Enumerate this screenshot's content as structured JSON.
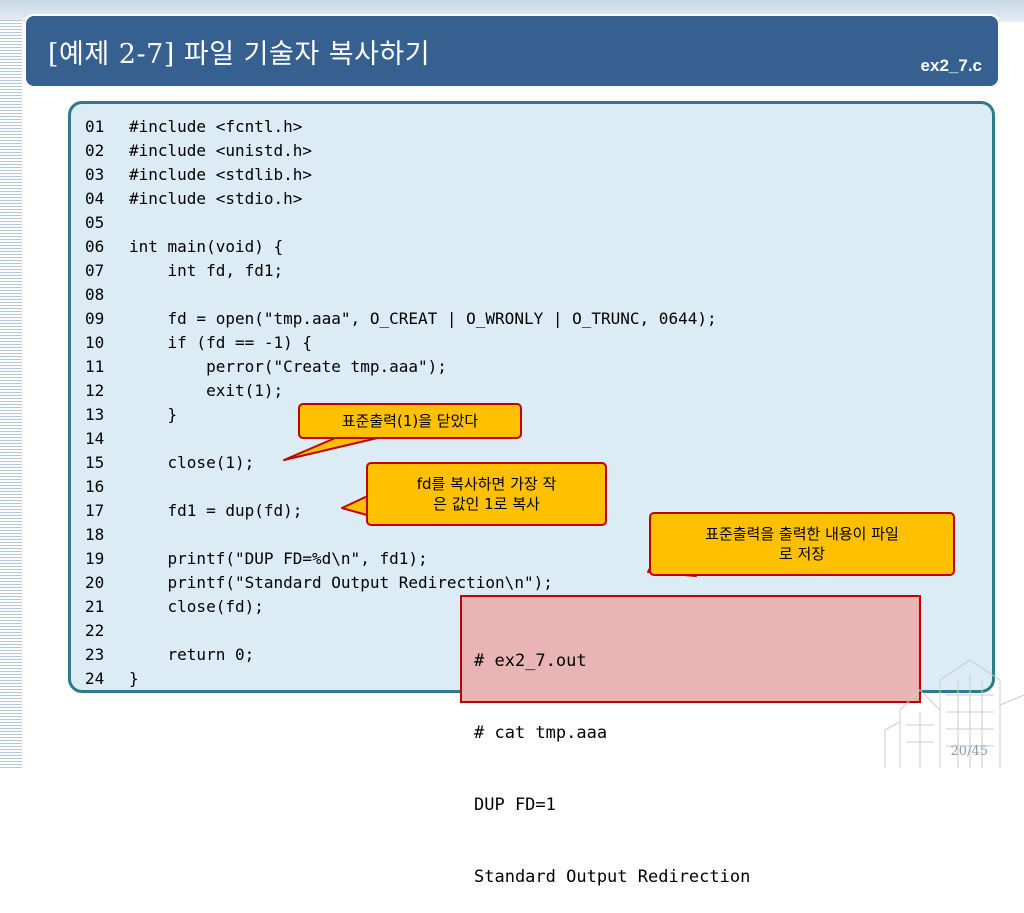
{
  "slide": {
    "title": "[예제 2-7]  파일 기술자 복사하기",
    "file": "ex2_7.c",
    "page": "20/45"
  },
  "code": {
    "lines": [
      {
        "no": "01",
        "text": "#include <fcntl.h>"
      },
      {
        "no": "02",
        "text": "#include <unistd.h>"
      },
      {
        "no": "03",
        "text": "#include <stdlib.h>"
      },
      {
        "no": "04",
        "text": "#include <stdio.h>"
      },
      {
        "no": "05",
        "text": ""
      },
      {
        "no": "06",
        "text": "int main(void) {"
      },
      {
        "no": "07",
        "text": "    int fd, fd1;"
      },
      {
        "no": "08",
        "text": ""
      },
      {
        "no": "09",
        "text": "    fd = open(\"tmp.aaa\", O_CREAT | O_WRONLY | O_TRUNC, 0644);"
      },
      {
        "no": "10",
        "text": "    if (fd == -1) {"
      },
      {
        "no": "11",
        "text": "        perror(\"Create tmp.aaa\");"
      },
      {
        "no": "12",
        "text": "        exit(1);"
      },
      {
        "no": "13",
        "text": "    }"
      },
      {
        "no": "14",
        "text": ""
      },
      {
        "no": "15",
        "text": "    close(1);"
      },
      {
        "no": "16",
        "text": ""
      },
      {
        "no": "17",
        "text": "    fd1 = dup(fd);"
      },
      {
        "no": "18",
        "text": ""
      },
      {
        "no": "19",
        "text": "    printf(\"DUP FD=%d\\n\", fd1);"
      },
      {
        "no": "20",
        "text": "    printf(\"Standard Output Redirection\\n\");"
      },
      {
        "no": "21",
        "text": "    close(fd);"
      },
      {
        "no": "22",
        "text": ""
      },
      {
        "no": "23",
        "text": "    return 0;"
      },
      {
        "no": "24",
        "text": "}"
      }
    ]
  },
  "callouts": {
    "close_stdout": "표준출력(1)을 닫았다",
    "dup_line1": "fd를 복사하면 가장 작",
    "dup_line2": "은 값인 1로 복사",
    "redirect_line1": "표준출력을 출력한 내용이 파일",
    "redirect_line2": "로 저장"
  },
  "result": {
    "lines": [
      "# ex2_7.out",
      "# cat tmp.aaa",
      "DUP FD=1",
      "Standard Output Redirection"
    ]
  },
  "colors": {
    "title_bar": "#35608f",
    "code_panel": "#dcecf5",
    "code_border": "#2e7a8a",
    "callout_fill": "#ffc000",
    "callout_border": "#c00000",
    "result_fill": "#e8b4b4"
  }
}
